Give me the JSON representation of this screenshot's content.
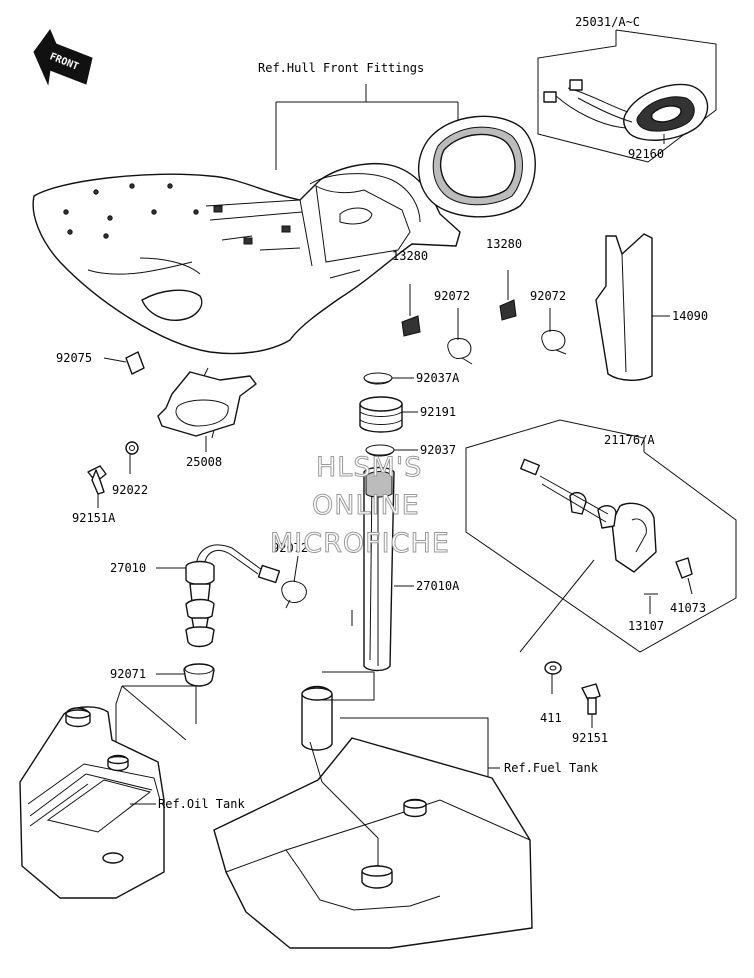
{
  "labels": {
    "p25031": "25031/A~C",
    "ref_hull": "Ref.Hull Front Fittings",
    "p92160": "92160",
    "p13280a": "13280",
    "p13280b": "13280",
    "p92072a": "92072",
    "p92072b": "92072",
    "p92072c": "92072",
    "p14090": "14090",
    "p92075": "92075",
    "p92037a": "92037A",
    "p92191": "92191",
    "p92037": "92037",
    "p21176": "21176/A",
    "p25008": "25008",
    "p92022": "92022",
    "p92151a": "92151A",
    "p27010": "27010",
    "p27010a": "27010A",
    "p41073": "41073",
    "p13107": "13107",
    "p92071": "92071",
    "p411": "411",
    "p92151": "92151",
    "ref_fuel": "Ref.Fuel Tank",
    "ref_oil": "Ref.Oil Tank"
  },
  "front_arrow": {
    "text": "FRONT",
    "icon": "front-arrow-icon"
  },
  "watermark": {
    "line1": "HLSM'S",
    "line2": "ONLINE",
    "line3": "MICROFICHE"
  }
}
